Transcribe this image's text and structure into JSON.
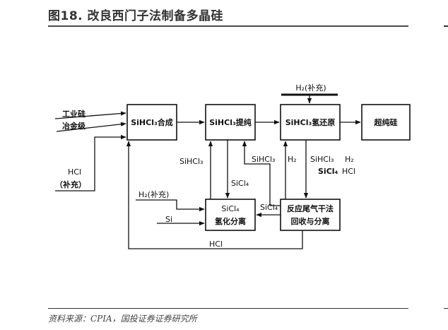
{
  "title": "图18. 改良西门子法制备多晶硅",
  "source": "资料来源：CPIA，国投证券证券研究所",
  "nodes": {
    "synthesis": "SiHCl₃合成",
    "purification": "SiHCl₃提纯",
    "reduction": "SiHCl₃氢还原",
    "ultrapure": "超纯硅",
    "hydrogenation_line1": "SiCl₄",
    "hydrogenation_line2": "氢化分离",
    "recovery_line1": "反应尾气干法",
    "recovery_line2": "回收与分离"
  },
  "inputs": {
    "silicon_line1": "工业硅",
    "silicon_line2": "冶金级",
    "hcl_line1": "HCl",
    "hcl_line2": "（补充）",
    "h2_top": "H₂(补充)",
    "h2_left": "H₂(补充)",
    "si": "Si"
  },
  "flow_labels": {
    "sihcl3_left": "SiHCl₃",
    "sicl4_mid": "SiCl₄",
    "sihcl3_mid": "SiHCl₃",
    "h2_mid": "H₂",
    "sihcl3_right": "SiHCl₃",
    "h2_right": "H₂",
    "sicl4_right": "SiCl₄",
    "hcl_right": "HCl",
    "sicl4_bottom": "SiCl₄",
    "hcl_bottom": "HCl"
  }
}
